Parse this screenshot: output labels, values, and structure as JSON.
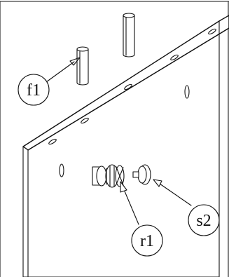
{
  "callouts": [
    {
      "id": "f1",
      "label": "f1"
    },
    {
      "id": "r1",
      "label": "r1"
    },
    {
      "id": "s2",
      "label": "s2"
    }
  ],
  "colors": {
    "line": "#111111",
    "background": "#ffffff"
  }
}
